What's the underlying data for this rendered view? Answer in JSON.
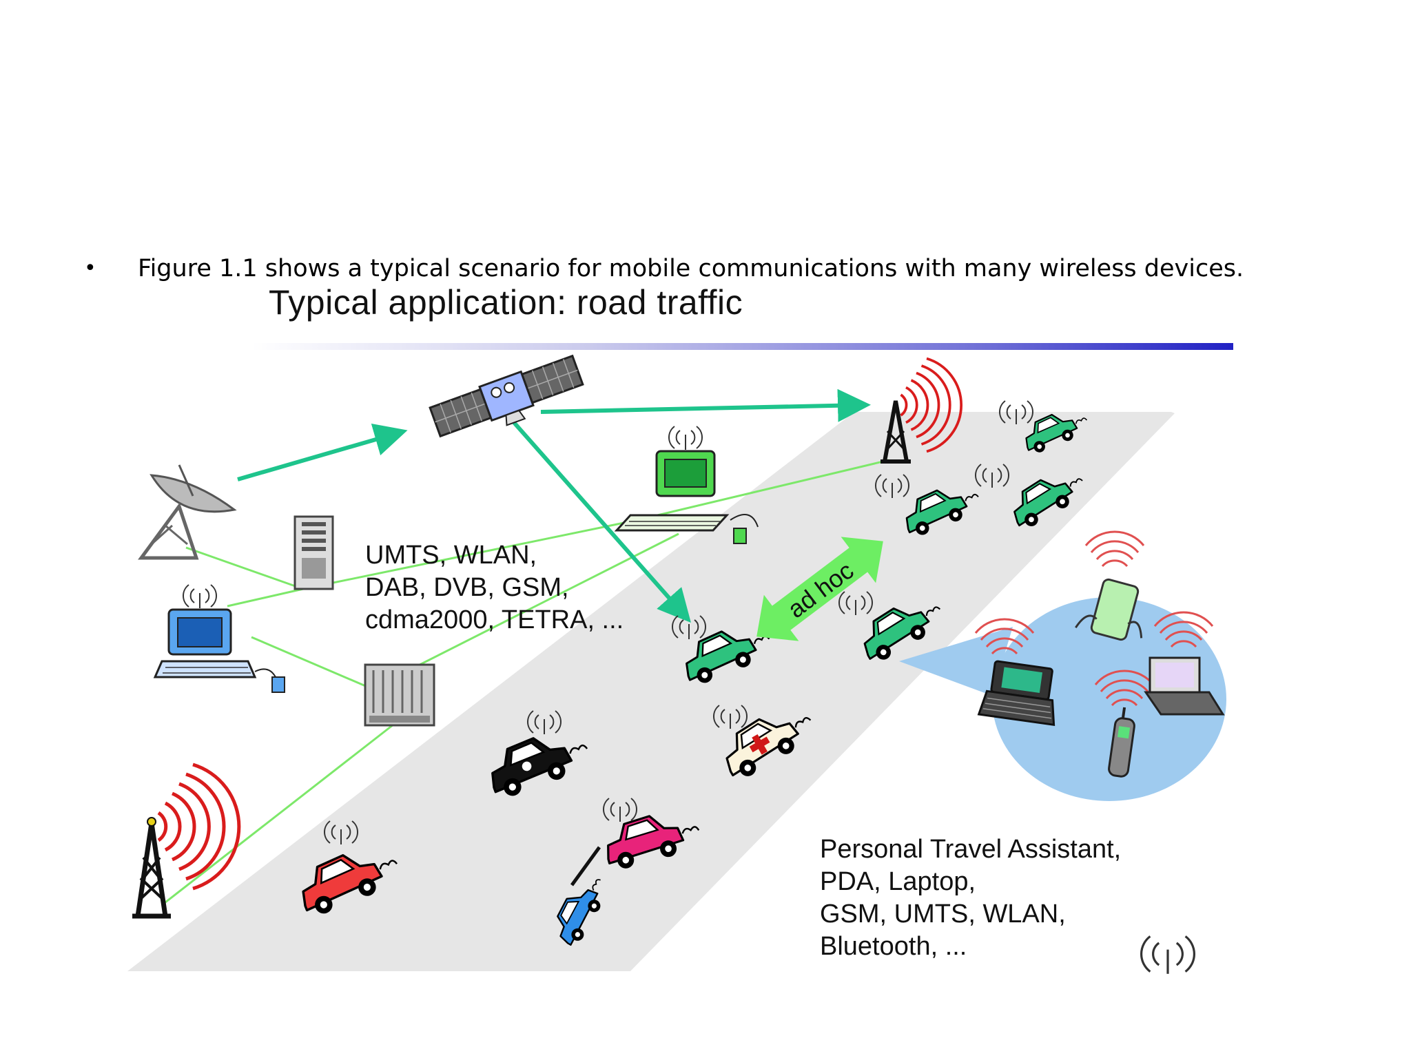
{
  "slide": {
    "bullet_char": "•",
    "bullet_text": "Figure 1.1 shows a typical scenario for mobile communications with many wireless devices."
  },
  "figure": {
    "title": "Typical application: road traffic",
    "networks_label": [
      "UMTS, WLAN,",
      "DAB, DVB, GSM,",
      "cdma2000, TETRA, ..."
    ],
    "adhoc_label": "ad hoc",
    "pta_label": [
      "Personal Travel Assistant,",
      "PDA, Laptop,",
      "GSM, UMTS, WLAN,",
      "Bluetooth, ..."
    ]
  },
  "colors": {
    "link_green": "#7de86a",
    "arrow_teal": "#1ec48c",
    "signal_red": "#d91c1c",
    "car_green": "#2ec27e",
    "road_gray": "#e6e6e6",
    "bubble_blue": "#9fcbef",
    "title_bar_blue": "#2121c4"
  },
  "icons": [
    "satellite-icon",
    "dish-antenna-icon",
    "server-icon",
    "desktop-computer-icon",
    "rack-server-icon",
    "radio-tower-icon",
    "car-icon",
    "police-car-icon",
    "ambulance-icon",
    "tow-truck-icon",
    "pda-icon",
    "laptop-icon",
    "cell-phone-icon",
    "handheld-computer-icon"
  ]
}
